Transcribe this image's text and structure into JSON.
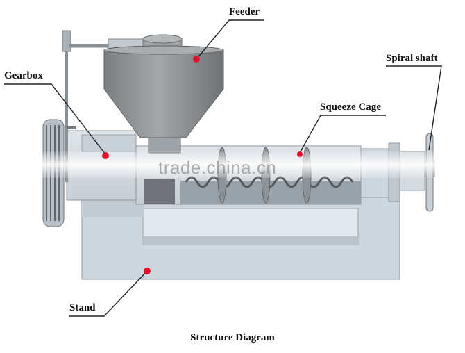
{
  "labels": {
    "feeder": "Feeder",
    "gearbox": "Gearbox",
    "spiral_shaft": "Spiral shaft",
    "squeeze_cage": "Squeeze Cage",
    "stand": "Stand"
  },
  "caption": "Structure Diagram",
  "watermark": "trade.china.cn",
  "colors": {
    "machine_light": "#d6dde3",
    "machine_mid": "#b9c2ca",
    "machine_dark": "#7e858b",
    "hopper": "#8d9194",
    "marker": "#e0102a",
    "leader_line": "#222222"
  }
}
